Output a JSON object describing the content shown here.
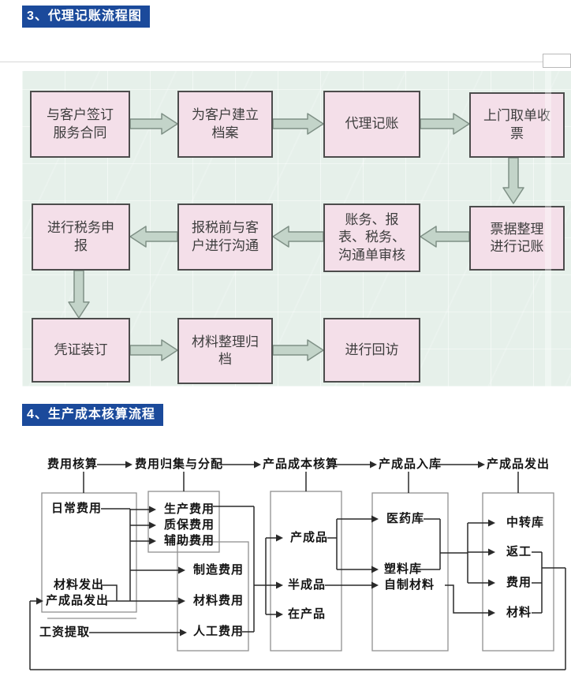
{
  "sections": {
    "s3_title": "3、代理记账流程图",
    "s4_title": "4、生产成本核算流程"
  },
  "colors": {
    "title_bg": "#1b4a9b",
    "title_text": "#ffffff",
    "panel1_bg": "#e6f0ea",
    "box_fill": "#f4dfe9",
    "box_border": "#4c4c4c",
    "block_arrow_fill": "#c3d4c9",
    "block_arrow_stroke": "#7f9086",
    "diagram2_line": "#2a2a2a",
    "diagram2_box_border": "#909090"
  },
  "f1": {
    "boxes": [
      {
        "label": "与客户签订\n服务合同"
      },
      {
        "label": "为客户建立\n档案"
      },
      {
        "label": "代理记账"
      },
      {
        "label": "上门取单收\n票"
      },
      {
        "label": "进行税务申\n报"
      },
      {
        "label": "报税前与客\n户进行沟通"
      },
      {
        "label": "账务、报\n表、税务、\n沟通单审核"
      },
      {
        "label": "票据整理\n进行记账"
      },
      {
        "label": "凭证装订"
      },
      {
        "label": "材料整理归\n档"
      },
      {
        "label": "进行回访"
      }
    ]
  },
  "f2": {
    "top": [
      "费用核算",
      "费用归集与分配",
      "产品成本核算",
      "产成品入库",
      "产成品发出"
    ],
    "items": [
      "日常费用",
      "材料发出",
      "产成品发出",
      "工资提取",
      "生产费用",
      "质保费用",
      "辅助费用",
      "制造费用",
      "材料费用",
      "人工费用",
      "产成品",
      "半成品",
      "在产品",
      "医药库",
      "塑料库",
      "自制材料",
      "中转库",
      "返工",
      "费用",
      "材料"
    ]
  }
}
